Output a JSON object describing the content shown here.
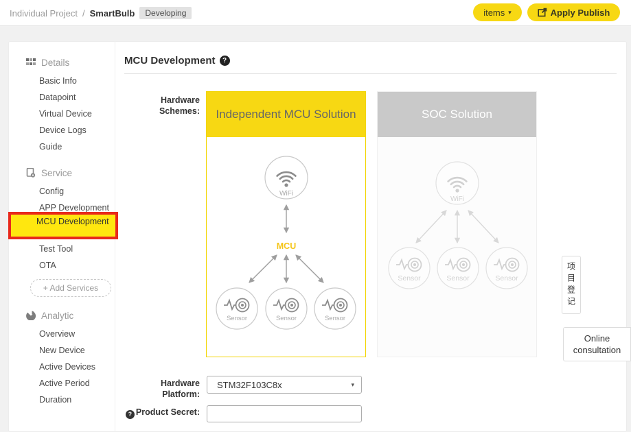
{
  "topbar": {
    "breadcrumb_root": "Individual Project",
    "breadcrumb_separator": "/",
    "project_name": "SmartBulb",
    "project_status": "Developing",
    "items_button_label": "items",
    "items_button_caret": "▾",
    "apply_publish_label": "Apply Publish"
  },
  "sidebar": {
    "sections": [
      {
        "title": "Details",
        "items": [
          "Basic Info",
          "Datapoint",
          "Virtual Device",
          "Device Logs",
          "Guide"
        ]
      },
      {
        "title": "Service",
        "items": [
          "Config",
          "APP Development",
          "MCU Development",
          "Test Tool",
          "OTA"
        ]
      },
      {
        "title": "Analytic",
        "items": [
          "Overview",
          "New Device",
          "Active Devices",
          "Active Period",
          "Duration"
        ]
      }
    ],
    "add_services_label": "+ Add Services",
    "highlighted_item": "MCU Development"
  },
  "main": {
    "title": "MCU Development",
    "help_glyph": "?",
    "hardware_schemes_label": "Hardware Schemes:",
    "scheme_mcu": {
      "title": "Independent MCU Solution",
      "wifi_label": "WiFi",
      "mcu_label": "MCU",
      "sensor_label": "Sensor",
      "selected": true
    },
    "scheme_soc": {
      "title": "SOC Solution",
      "wifi_label": "WiFi",
      "sensor_label": "Sensor",
      "selected": false
    },
    "side_panel": {
      "project_registration_label": "项目登记",
      "online_consultation_label": "Online consultation"
    },
    "form": {
      "hardware_platform_label": "Hardware Platform:",
      "hardware_platform_value": "STM32F103C8x",
      "select_caret": "▾",
      "product_secret_label": "Product Secret:",
      "product_secret_value": ""
    }
  },
  "colors": {
    "accent_yellow": "#f7d813",
    "soc_gray": "#c9c9c9",
    "highlight_red": "#e8291c",
    "highlight_yellow": "#ffe70f",
    "mcu_text_yellow": "#f5c518"
  }
}
